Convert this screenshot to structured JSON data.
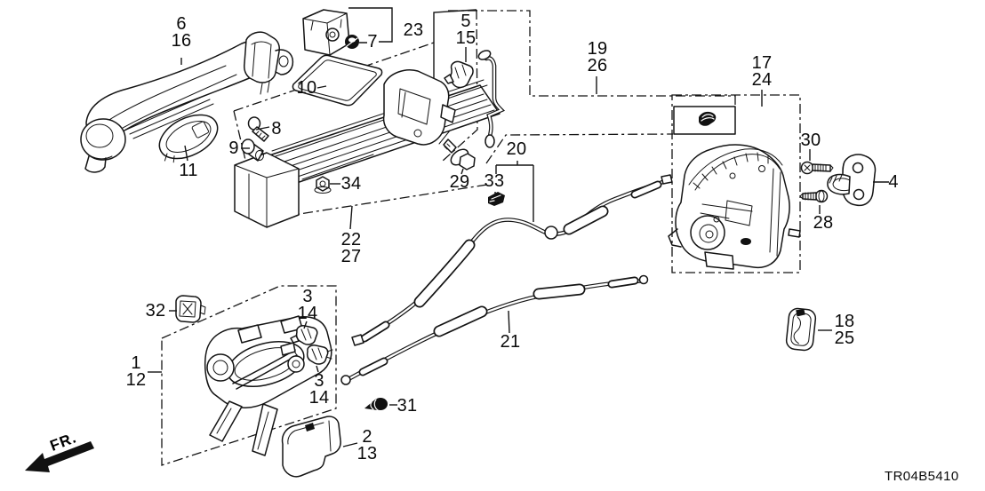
{
  "diagram": {
    "code": "TR04B5410",
    "front_indicator": "FR.",
    "background_color": "#ffffff",
    "line_color": "#141414",
    "callouts": {
      "c6_16": "6\n16",
      "c23": "23",
      "c7": "7",
      "c10": "10",
      "c8": "8",
      "c9": "9",
      "c11": "11",
      "c34": "34",
      "c22_27": "22\n27",
      "c5_15": "5\n15",
      "c19_26": "19\n26",
      "c20": "20",
      "c29": "29",
      "c33": "33",
      "c17_24": "17\n24",
      "c30": "30",
      "c4": "4",
      "c28": "28",
      "c18_25": "18\n25",
      "c32": "32",
      "c1_12": "1\n12",
      "c3_14_upper": "3\n14",
      "c3_14_lower": "3\n14",
      "c2_13": "2\n13",
      "c31": "31",
      "c21": "21"
    }
  }
}
